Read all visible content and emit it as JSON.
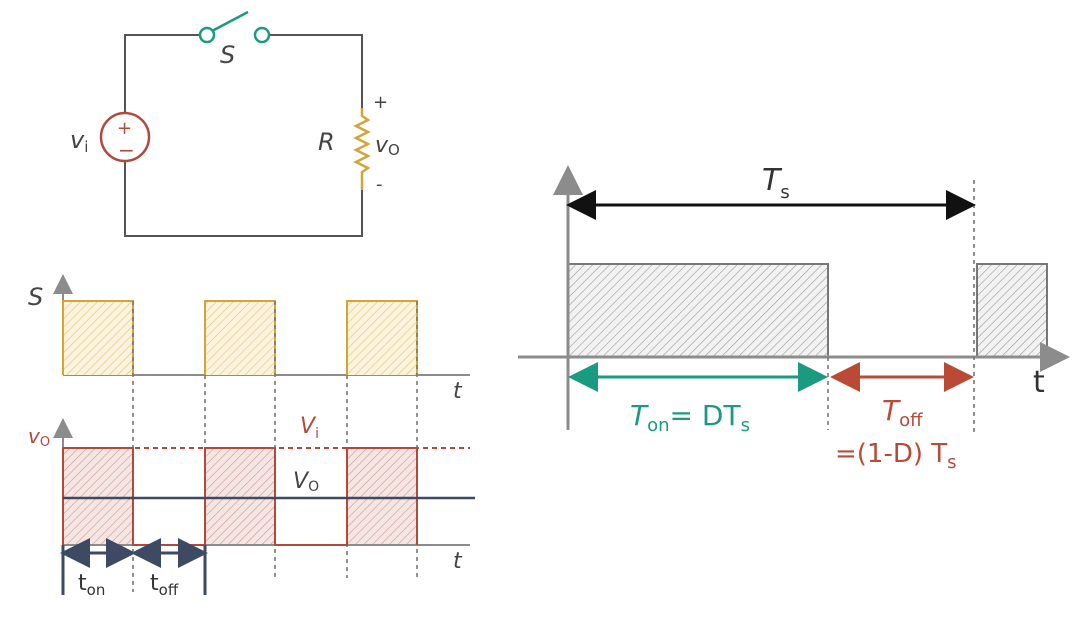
{
  "circuit": {
    "switch_label": "S",
    "source_label": "v",
    "source_sub": "i",
    "source_plus": "+",
    "source_minus": "−",
    "resistor_label": "R",
    "output_label": "v",
    "output_sub": "O",
    "plus": "+",
    "minus": "-"
  },
  "switch_wave": {
    "y_label": "S",
    "x_label": "t",
    "color": "#d4a437"
  },
  "output_wave": {
    "y_label": "v",
    "y_sub": "O",
    "vi_label": "V",
    "vi_sub": "i",
    "vo_label": "V",
    "vo_sub": "O",
    "x_label": "t",
    "t_on": "t",
    "t_on_sub": "on",
    "t_off": "t",
    "t_off_sub": "off",
    "color": "#b14a3c"
  },
  "period_diagram": {
    "ts_label": "T",
    "ts_sub": "s",
    "ton_label": "T",
    "ton_sub": "on",
    "ton_eq": "= DT",
    "ton_eq_sub": "s",
    "toff_label": "T",
    "toff_sub": "off",
    "toff_eq": "=(1-D) T",
    "toff_eq_sub": "s",
    "x_label": "t",
    "green": "#1a9b7f",
    "red": "#b94a36"
  }
}
